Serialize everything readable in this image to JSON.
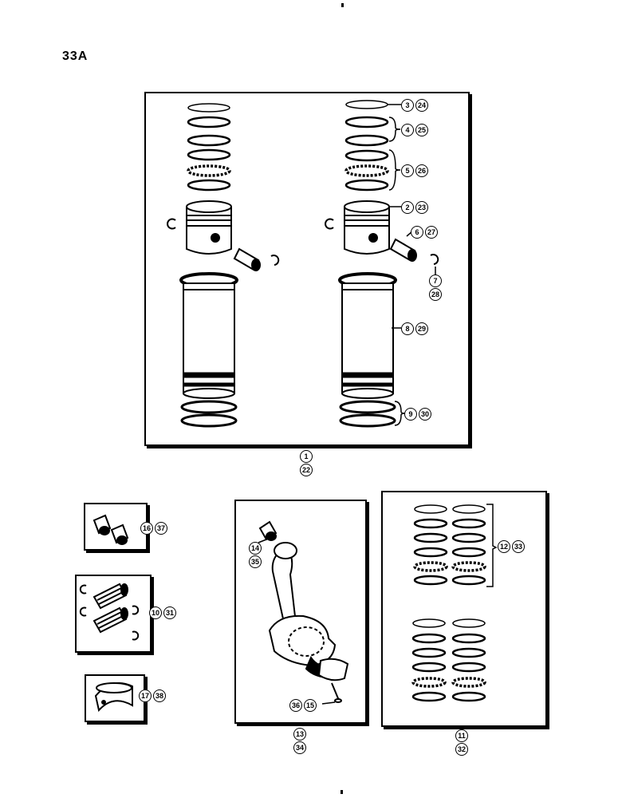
{
  "page": {
    "title": "33A"
  },
  "callouts": {
    "c1": "1",
    "c22": "22",
    "c3": "3",
    "c24": "24",
    "c4": "4",
    "c25": "25",
    "c5": "5",
    "c26": "26",
    "c2": "2",
    "c23": "23",
    "c6": "6",
    "c27": "27",
    "c7": "7",
    "c28": "28",
    "c8": "8",
    "c29": "29",
    "c9": "9",
    "c30": "30",
    "c16": "16",
    "c37": "37",
    "c10": "10",
    "c31": "31",
    "c17": "17",
    "c38": "38",
    "c14": "14",
    "c35": "35",
    "c36": "36",
    "c15": "15",
    "c13": "13",
    "c34": "34",
    "c12": "12",
    "c33": "33",
    "c11": "11",
    "c32": "32"
  }
}
